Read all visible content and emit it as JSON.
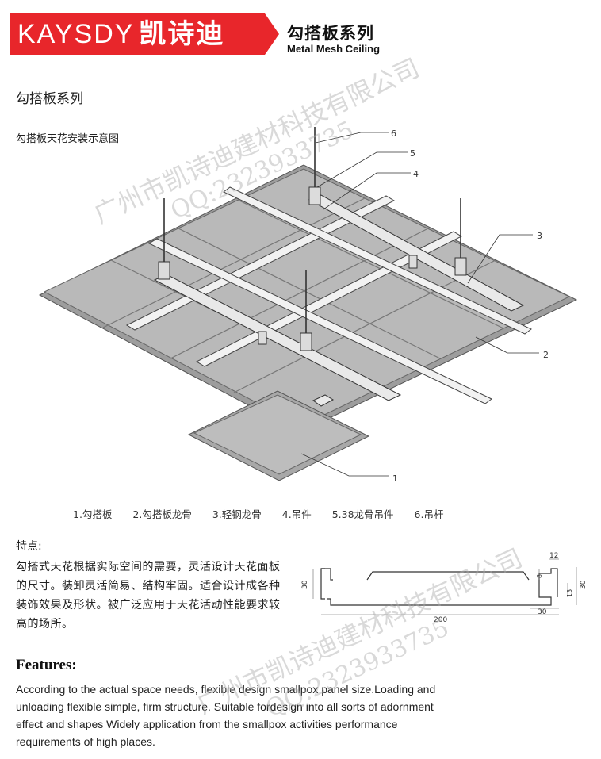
{
  "header": {
    "brand_en": "KAYSDY",
    "brand_cn": "凯诗迪",
    "series_cn": "勾搭板系列",
    "series_en": "Metal Mesh Ceiling"
  },
  "section": {
    "title": "勾搭板系列",
    "diagram_title": "勾搭板天花安装示意图"
  },
  "callouts": [
    "1",
    "2",
    "3",
    "4",
    "5",
    "6"
  ],
  "legend": [
    "1.勾搭板",
    "2.勾搭板龙骨",
    "3.轻钢龙骨",
    "4.吊件",
    "5.38龙骨吊件",
    "6.吊杆"
  ],
  "features_cn": {
    "title": "特点:",
    "body": "勾搭式天花根据实际空间的需要，灵活设计天花面板的尺寸。装卸灵活简易、结构牢固。适合设计成各种装饰效果及形状。被广泛应用于天花活动性能要求较高的场所。"
  },
  "profile_dims": {
    "left_height": "30",
    "top_width": "12",
    "inner_height": "8",
    "small_height": "13",
    "right_height": "30",
    "total_width": "200",
    "bottom_width": "30"
  },
  "features_en": {
    "title": "Features:",
    "body": "According to the actual space needs, flexible design smallpox panel size.Loading and unloading flexible simple, firm structure. Suitable fordesign into all sorts of adornment effect and shapes Widely application from the smallpox activities performance requirements of high places."
  },
  "watermarks": {
    "company": "广州市凯诗迪建材科技有限公司",
    "qq": "QQ:2323933735"
  },
  "colors": {
    "brand_red": "#e8262b",
    "panel_gray": "#b9b9b9",
    "rail_light": "#f2f2f2"
  }
}
